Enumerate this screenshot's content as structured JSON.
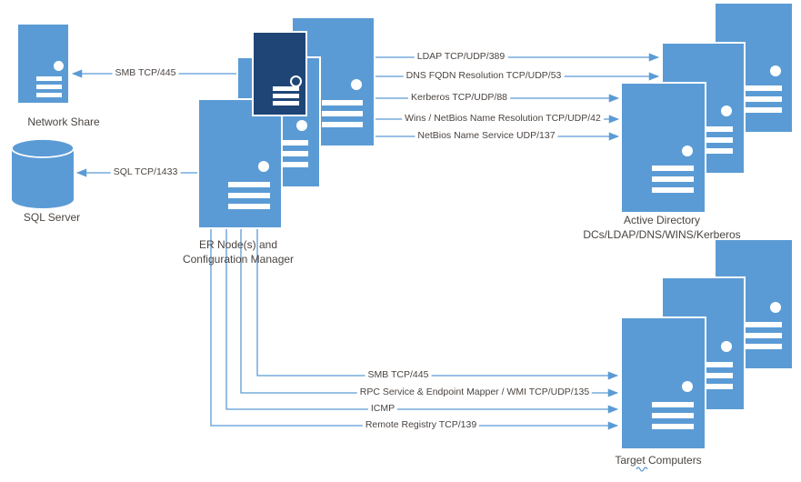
{
  "colors": {
    "server_fill": "#5B9BD5",
    "server_dark_fill": "#1F4577",
    "connector_line": "#5B9BD5",
    "label_text": "#4a4440"
  },
  "nodes": {
    "network_share": {
      "label": "Network Share"
    },
    "sql_server": {
      "label": "SQL Server"
    },
    "er_node": {
      "label": "ER Node(s) and\nConfiguration Manager"
    },
    "active_directory": {
      "label": "Active Directory DCs/LDAP/DNS/WINS/Kerberos"
    },
    "target_computers": {
      "label": "Target Computers"
    }
  },
  "connectors": [
    {
      "id": "smb-to-network-share",
      "label": "SMB TCP/445"
    },
    {
      "id": "sql-to-sql-server",
      "label": "SQL TCP/1433"
    },
    {
      "id": "ldap",
      "label": "LDAP TCP/UDP/389"
    },
    {
      "id": "dns",
      "label": "DNS FQDN Resolution TCP/UDP/53"
    },
    {
      "id": "kerberos",
      "label": "Kerberos TCP/UDP/88"
    },
    {
      "id": "wins-netbios-resolution",
      "label": "Wins / NetBios Name Resolution  TCP/UDP/42"
    },
    {
      "id": "netbios-name-service",
      "label": "NetBios Name Service  UDP/137"
    },
    {
      "id": "smb-to-targets",
      "label": "SMB TCP/445"
    },
    {
      "id": "rpc-wmi",
      "label": "RPC Service & Endpoint Mapper / WMI TCP/UDP/135"
    },
    {
      "id": "icmp",
      "label": "ICMP"
    },
    {
      "id": "remote-registry",
      "label": "Remote Registry TCP/139"
    }
  ]
}
